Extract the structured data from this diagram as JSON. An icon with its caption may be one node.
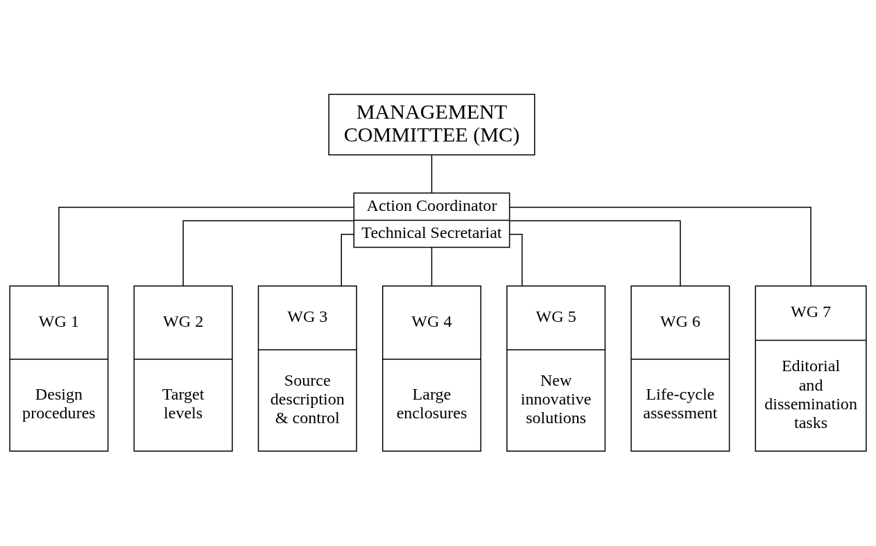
{
  "diagram": {
    "nodes": [
      {
        "text": [
          "MANAGEMENT COMMITTEE (MC)"
        ]
      },
      {
        "text": [
          "Action Coordinator",
          "Technical Secretariat"
        ]
      },
      {
        "text": [
          "WG 1",
          "Design procedures"
        ]
      },
      {
        "text": [
          "WG 2",
          "Target levels"
        ]
      },
      {
        "text": [
          "WG 3",
          "Source description & control"
        ]
      },
      {
        "text": [
          "WG 4",
          "Large enclosures"
        ]
      },
      {
        "text": [
          "WG 5",
          "New innovative solutions"
        ]
      },
      {
        "text": [
          "WG 6",
          "Life-cycle assessment"
        ]
      },
      {
        "text": [
          "WG 7",
          "Editorial and dissemination tasks"
        ]
      }
    ],
    "edges": [
      {
        "from": 0,
        "to": 1,
        "arrow": "none"
      },
      {
        "from": 1,
        "to": 2,
        "arrow": "none"
      },
      {
        "from": 1,
        "to": 3,
        "arrow": "none"
      },
      {
        "from": 1,
        "to": 4,
        "arrow": "none"
      },
      {
        "from": 1,
        "to": 5,
        "arrow": "none"
      },
      {
        "from": 1,
        "to": 6,
        "arrow": "none"
      },
      {
        "from": 1,
        "to": 7,
        "arrow": "none"
      },
      {
        "from": 1,
        "to": 8,
        "arrow": "none"
      }
    ]
  }
}
